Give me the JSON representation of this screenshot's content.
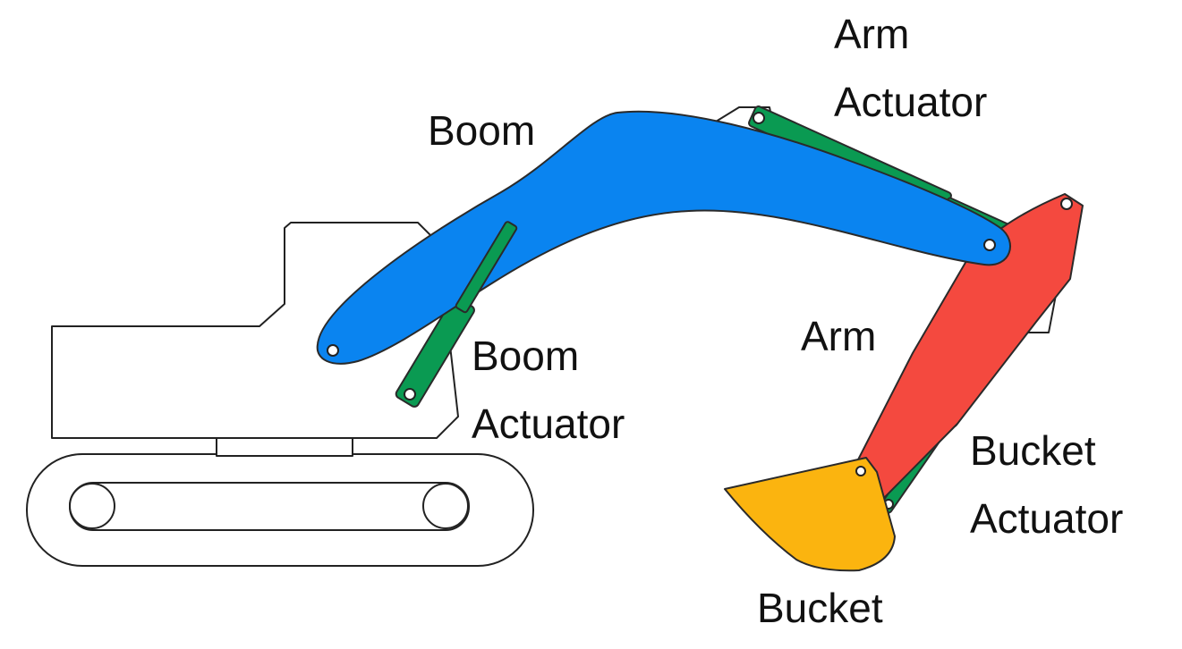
{
  "labels": {
    "boom": "Boom",
    "arm_actuator_line1": "Arm",
    "arm_actuator_line2": "Actuator",
    "arm": "Arm",
    "boom_actuator_line1": "Boom",
    "boom_actuator_line2": "Actuator",
    "bucket_actuator_line1": "Bucket",
    "bucket_actuator_line2": "Actuator",
    "bucket": "Bucket"
  },
  "colors": {
    "boom": "#0a84f0",
    "arm": "#f4493f",
    "bucket": "#fbb40f",
    "actuator": "#0a9a52",
    "outline": "#222222",
    "body": "#ffffff"
  }
}
